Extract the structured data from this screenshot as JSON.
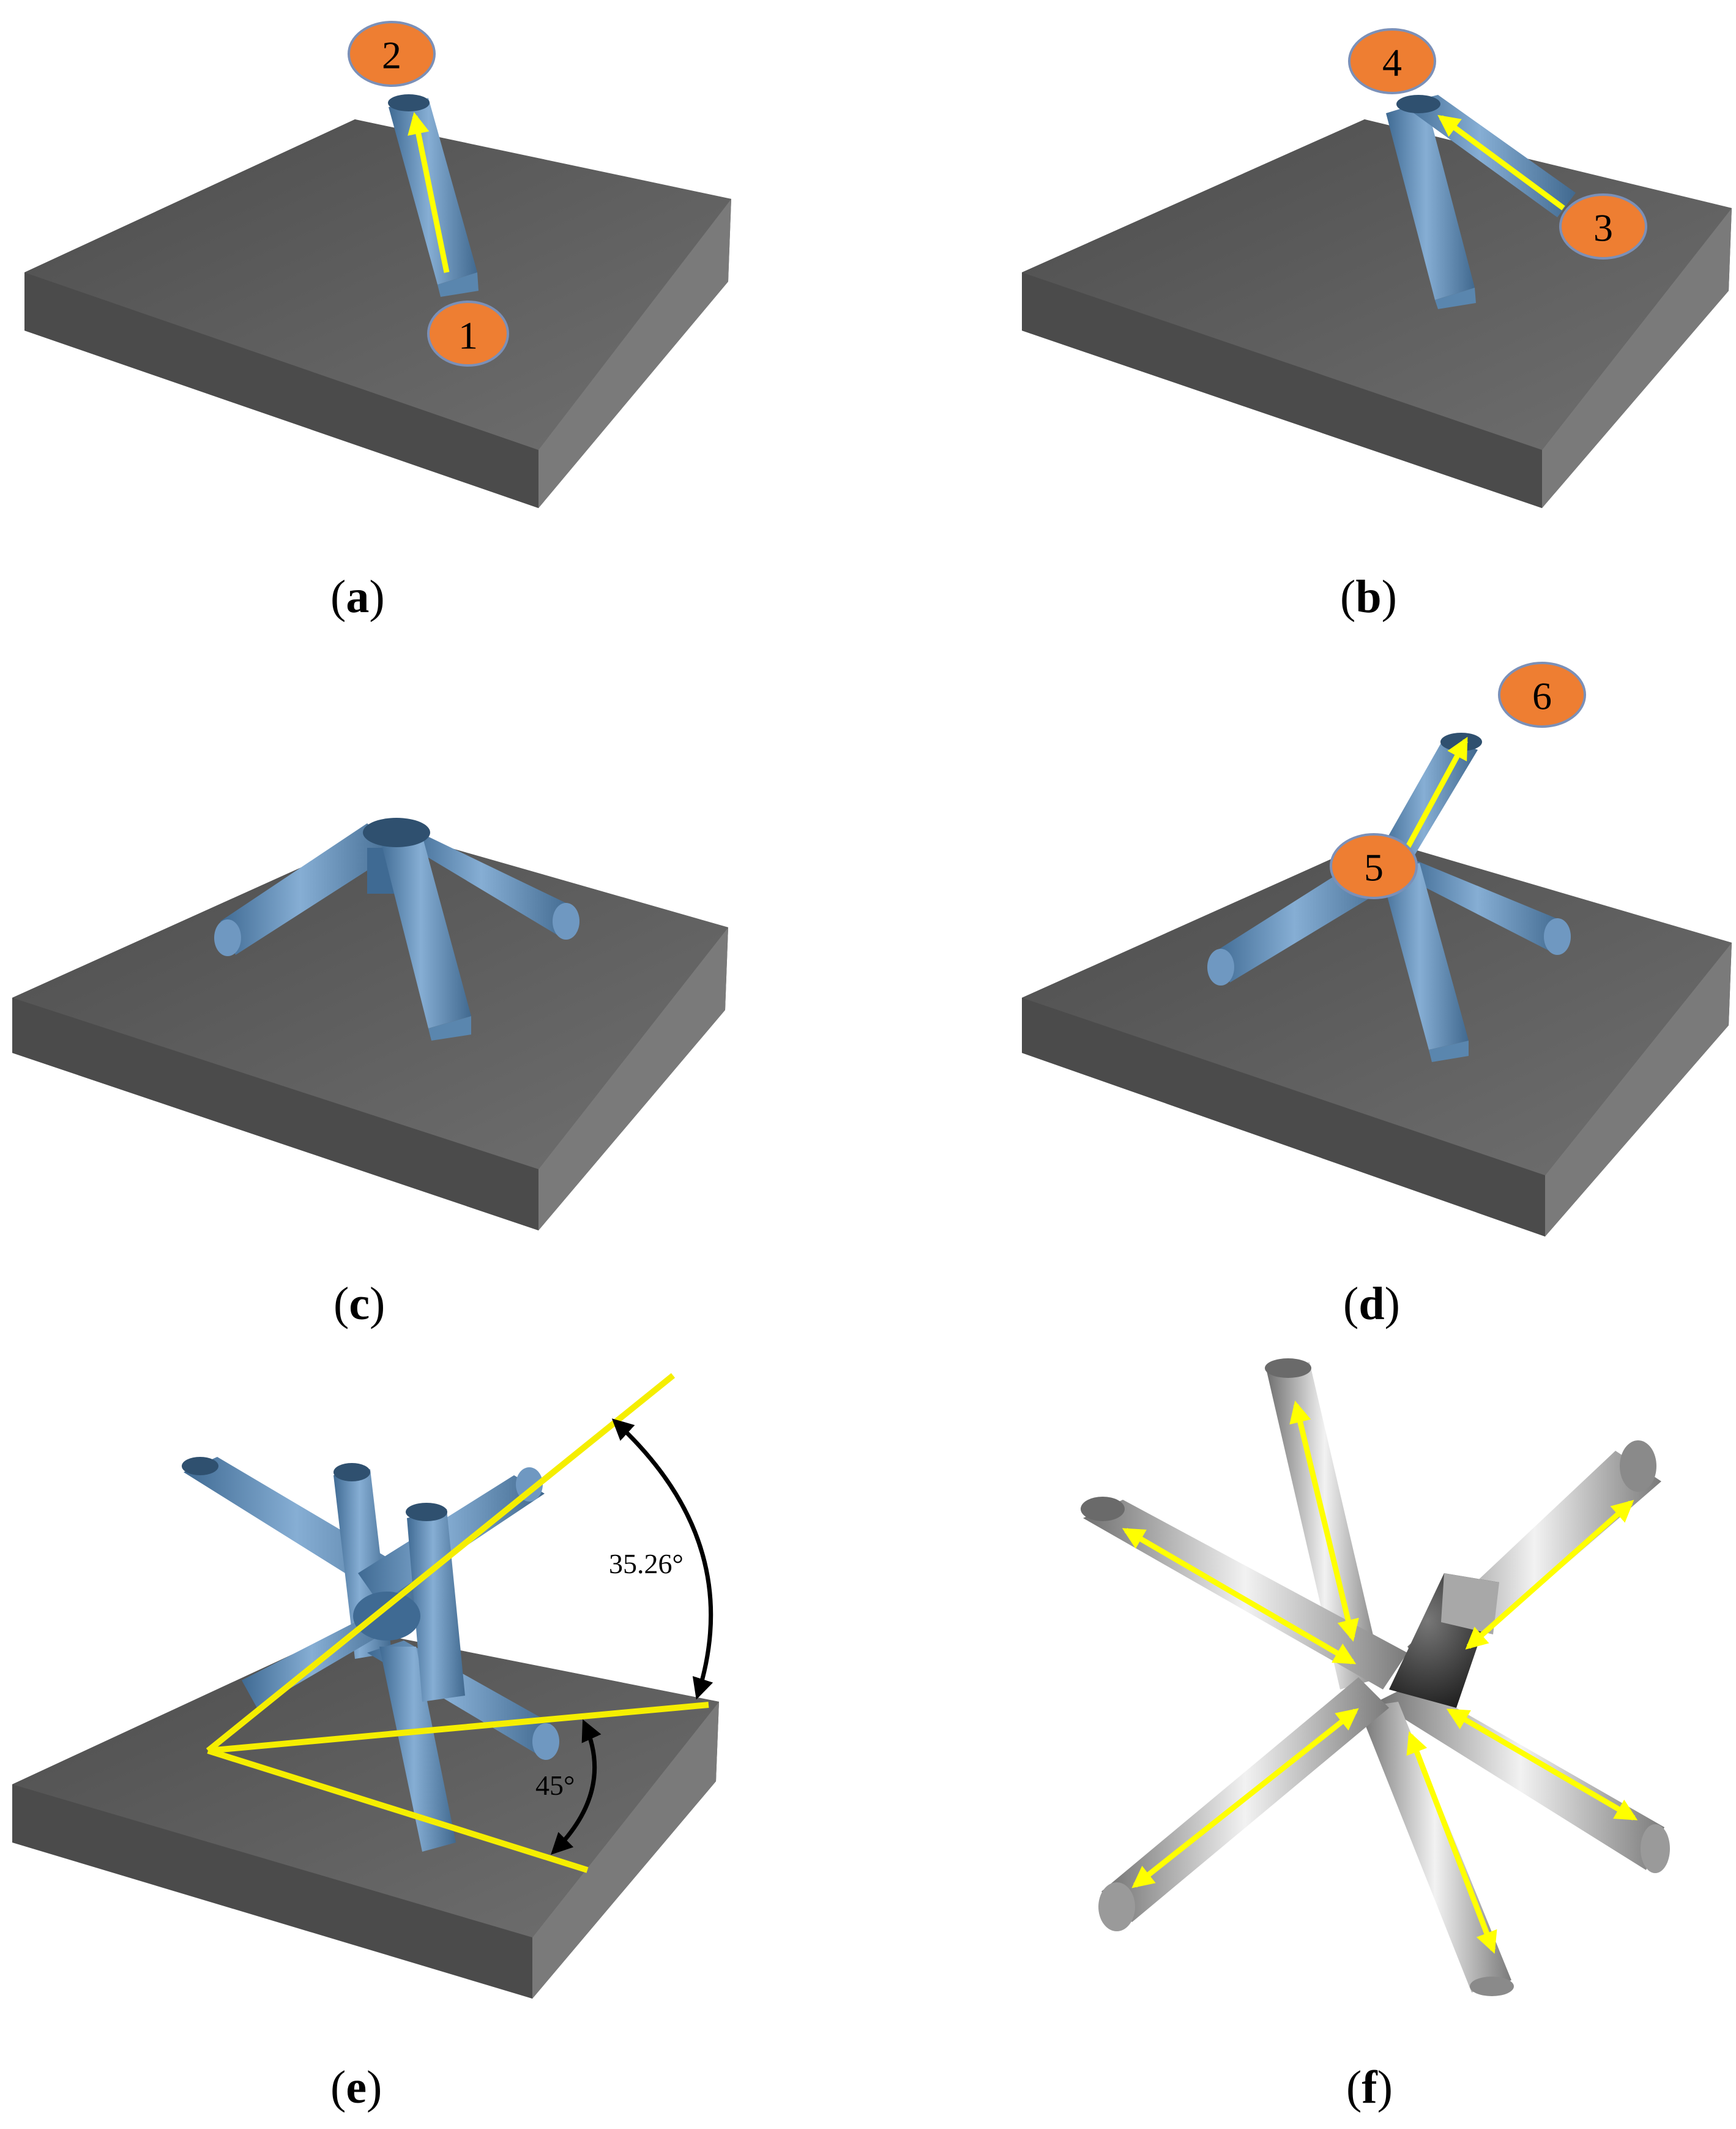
{
  "panels": [
    {
      "id": "a",
      "label": "a",
      "markers": [
        "1",
        "2"
      ]
    },
    {
      "id": "b",
      "label": "b",
      "markers": [
        "3",
        "4"
      ]
    },
    {
      "id": "c",
      "label": "c",
      "markers": []
    },
    {
      "id": "d",
      "label": "d",
      "markers": [
        "5",
        "6"
      ]
    },
    {
      "id": "e",
      "label": "e",
      "angles": [
        "35.26°",
        "45°"
      ]
    },
    {
      "id": "f",
      "label": "f",
      "markers": []
    }
  ],
  "colors": {
    "plate_top": "#5e5e5e",
    "plate_side_left": "#4a4a4a",
    "plate_side_front": "#6c6c6c",
    "strut": "#6f98c1",
    "strut_dark": "#3f6a93",
    "marker_fill": "#ee7e32",
    "arrow": "#ffff00",
    "guide_line": "#f5ee00"
  }
}
